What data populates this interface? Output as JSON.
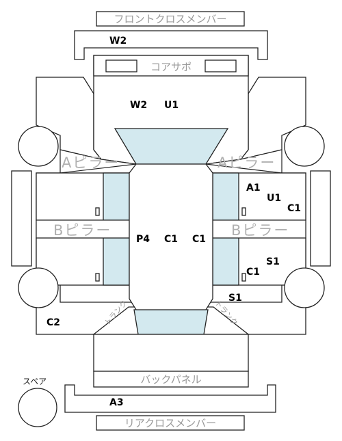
{
  "labels": {
    "front_cross_member": "フロントクロスメンバー",
    "core_support": "コアサポ",
    "a_pillar_left": "Aピラー",
    "a_pillar_right": "Aピラー",
    "b_pillar_left": "Bピラー",
    "b_pillar_right": "Bピラー",
    "trunk_left": "トランク",
    "trunk_right": "トランク",
    "back_panel": "バックパネル",
    "spare": "スペア",
    "rear_cross_member": "リアクロスメンバー"
  },
  "codes": {
    "front_cross_member": "W2",
    "hood_1": "W2",
    "hood_2": "U1",
    "rf_door_1": "A1",
    "rf_door_2": "U1",
    "rf_door_3": "C1",
    "roof_1": "P4",
    "roof_2": "C1",
    "roof_3": "C1",
    "rr_door_1": "S1",
    "rr_door_2": "C1",
    "rr_quarter": "S1",
    "lr_quarter": "C2",
    "rear_cross_member": "A3"
  },
  "colors": {
    "line": "#222222",
    "glass": "#d3e9ef",
    "label_gray": "#9a9a9a",
    "code_text": "#000000"
  }
}
